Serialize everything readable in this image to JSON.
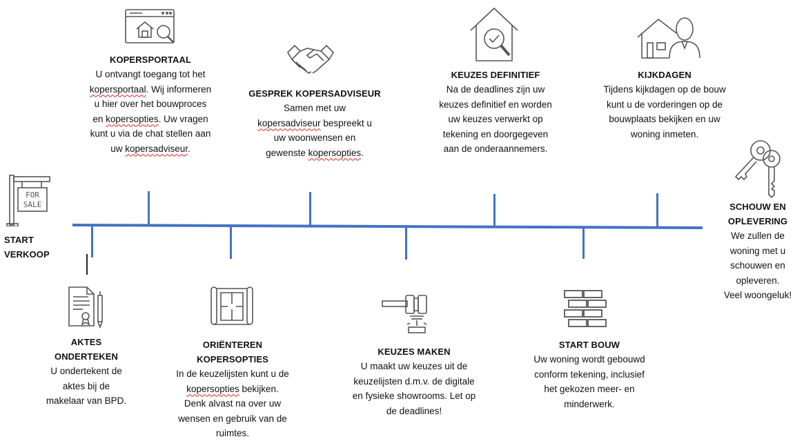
{
  "timeline": {
    "start": {
      "title": "START\nVERKOOP",
      "icon": "for-sale-sign-icon",
      "sign_text_1": "FOR",
      "sign_text_2": "SALE"
    },
    "above": [
      {
        "id": "kopersportaal",
        "icon": "browser-house-search-icon",
        "title": "KOPERSPORTAAL",
        "body": "U ontvangt toegang tot het\nkopersportaal. Wij informeren\nu hier over het bouwproces\nen kopersopties. Uw vragen\nkunt u via de chat stellen aan\nuw kopersadviseur."
      },
      {
        "id": "gesprek",
        "icon": "handshake-icon",
        "title": "GESPREK KOPERSADVISEUR",
        "body": "Samen met uw\nkopersadviseur bespreekt u\nuw woonwensen en\ngewenste kopersopties."
      },
      {
        "id": "definitief",
        "icon": "house-check-magnifier-icon",
        "title": "KEUZES DEFINITIEF",
        "body": "Na de deadlines zijn uw\nkeuzes definitief en worden\nuw keuzes verwerkt op\ntekening en doorgegeven\naan de onderaannemers."
      },
      {
        "id": "kijkdagen",
        "icon": "house-person-icon",
        "title": "KIJKDAGEN",
        "body": "Tijdens kijkdagen op de bouw\nkunt u de vorderingen op de\nbouwplaats bekijken en uw\nwoning inmeten."
      }
    ],
    "below": [
      {
        "id": "aktes",
        "icon": "contract-pen-icon",
        "title": "AKTES\nONDERTEKEN",
        "body": "U ondertekent de\naktes bij de\nmakelaar van BPD."
      },
      {
        "id": "orienteren",
        "icon": "blueprint-icon",
        "title": "ORIËNTEREN\nKOPERSOPTIES",
        "body": "In de keuzelijsten kunt u de\nkopersopties bekijken.\nDenk alvast na over uw\nwensen en gebruik van de\nruimtes."
      },
      {
        "id": "maken",
        "icon": "gavel-icon",
        "title": "KEUZES MAKEN",
        "body": "U maakt uw keuzes uit de\nkeuzelijsten d.m.v. de digitale\nen fysieke showrooms. Let op\nde deadlines!"
      },
      {
        "id": "bouw",
        "icon": "brick-wall-icon",
        "title": "START BOUW",
        "body": "Uw woning wordt gebouwd\nconform tekening, inclusief\nhet gekozen meer- en\nminderwerk."
      }
    ],
    "end": {
      "id": "schouw",
      "icon": "keys-icon",
      "title": "SCHOUW EN\nOPLEVERING",
      "body": "We zullen de\nwoning met u\nschouwen en\nopleveren.\nVeel woongeluk!"
    },
    "colors": {
      "line": "#4472c4",
      "icons": "#555555",
      "text": "#111111",
      "spellcheck": "#dd2222"
    }
  }
}
